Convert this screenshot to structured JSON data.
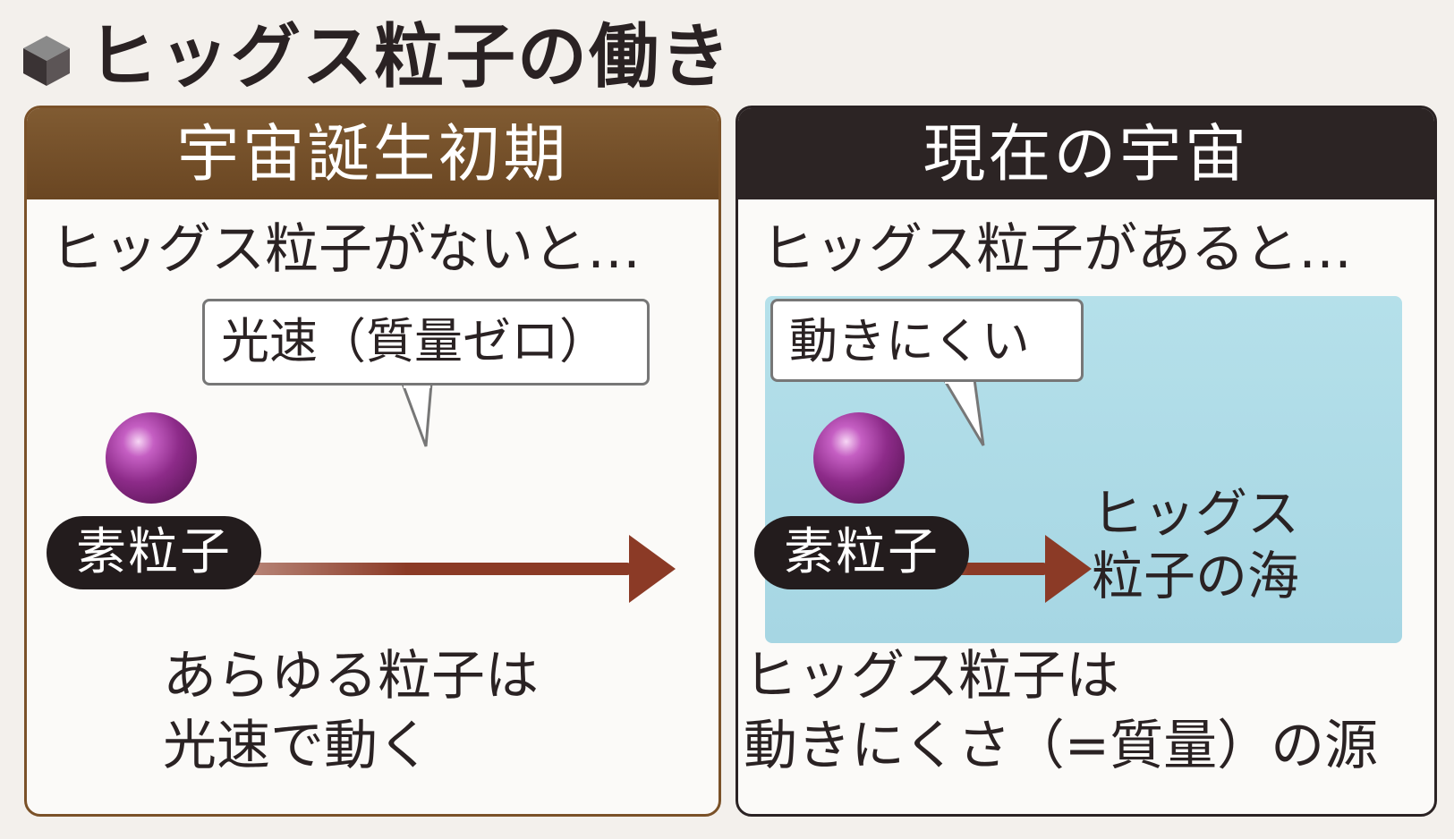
{
  "title": "ヒッグス粒子の働き",
  "title_icon": "cube-icon",
  "colors": {
    "left_header": "#7a5128",
    "right_header": "#2c2424",
    "sea": "#ade0ea",
    "arrow": "#8b3a26",
    "particle": "#8d2b89"
  },
  "left": {
    "header": "宇宙誕生初期",
    "condition": "ヒッグス粒子がないと…",
    "callout": "光速（質量ゼロ）",
    "particle_label": "素粒子",
    "conclusion": [
      "あらゆる粒子は",
      "光速で動く"
    ]
  },
  "right": {
    "header": "現在の宇宙",
    "condition": "ヒッグス粒子があると…",
    "callout": "動きにくい",
    "particle_label": "素粒子",
    "sea_label": [
      "ヒッグス",
      "粒子の海"
    ],
    "conclusion": [
      "ヒッグス粒子は",
      "動きにくさ（=質量）の源"
    ]
  }
}
